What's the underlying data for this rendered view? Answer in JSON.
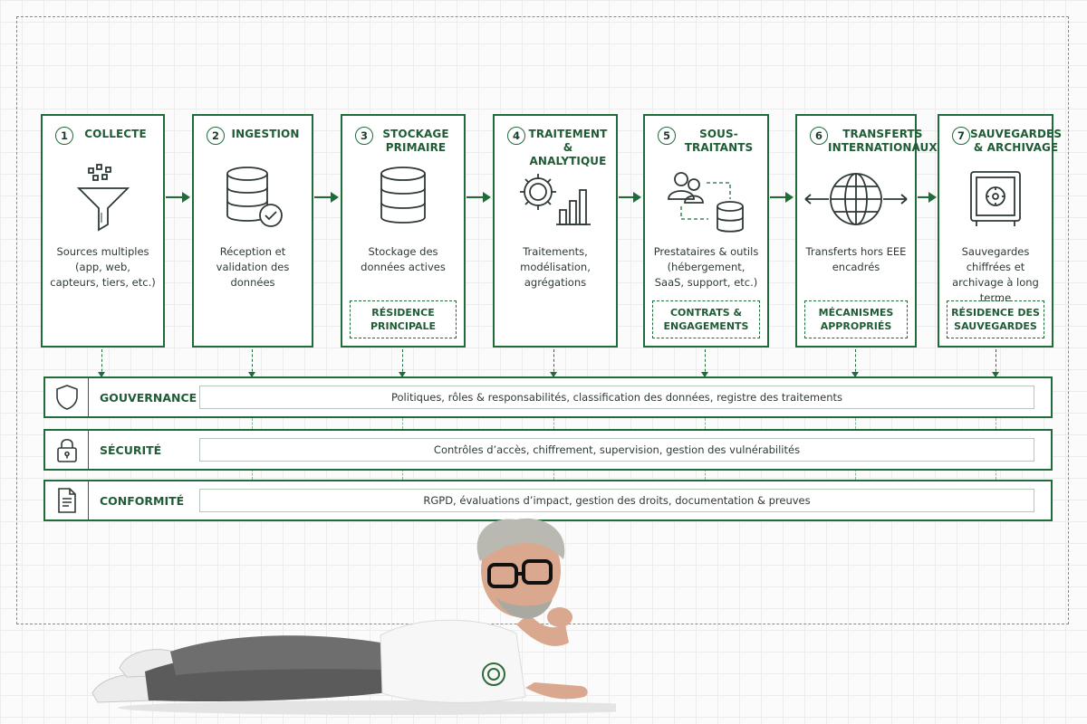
{
  "steps": [
    {
      "num": "1",
      "title": "COLLECTE",
      "description": "Sources multiples (app, web, capteurs, tiers, etc.)",
      "icon": "funnel-icon"
    },
    {
      "num": "2",
      "title": "INGESTION",
      "description": "Réception et validation des données",
      "icon": "database-check-icon"
    },
    {
      "num": "3",
      "title": "STOCKAGE PRIMAIRE",
      "description": "Stockage des données actives",
      "tag": "RÉSIDENCE PRINCIPALE",
      "icon": "database-icon"
    },
    {
      "num": "4",
      "title": "TRAITEMENT & ANALYTIQUE",
      "description": "Traitements, modélisation, agrégations",
      "icon": "gear-chart-icon"
    },
    {
      "num": "5",
      "title": "SOUS-TRAITANTS",
      "description": "Prestataires & outils (hébergement, SaaS, support, etc.)",
      "tag": "CONTRATS & ENGAGEMENTS",
      "icon": "users-database-icon"
    },
    {
      "num": "6",
      "title": "TRANSFERTS INTERNATIONAUX",
      "description": "Transferts hors EEE encadrés",
      "tag": "MÉCANISMES APPROPRIÉS",
      "icon": "globe-arrows-icon"
    },
    {
      "num": "7",
      "title": "SAUVEGARDES & ARCHIVAGE",
      "description": "Sauvegardes chiffrées et archivage à long terme",
      "tag": "RÉSIDENCE DES SAUVEGARDES",
      "icon": "safe-icon"
    }
  ],
  "layers": [
    {
      "name": "GOUVERNANCE",
      "description": "Politiques, rôles & responsabilités, classification des données, registre des traitements",
      "icon": "shield-icon"
    },
    {
      "name": "SÉCURITÉ",
      "description": "Contrôles d’accès, chiffrement, supervision, gestion des vulnérabilités",
      "icon": "lock-icon"
    },
    {
      "name": "CONFORMITÉ",
      "description": "RGPD, évaluations d’impact, gestion des droits, documentation & preuves",
      "icon": "document-icon"
    }
  ],
  "colors": {
    "accent": "#1f6b3a",
    "text": "#2e3a33",
    "muted_border": "#b4c7ba"
  }
}
